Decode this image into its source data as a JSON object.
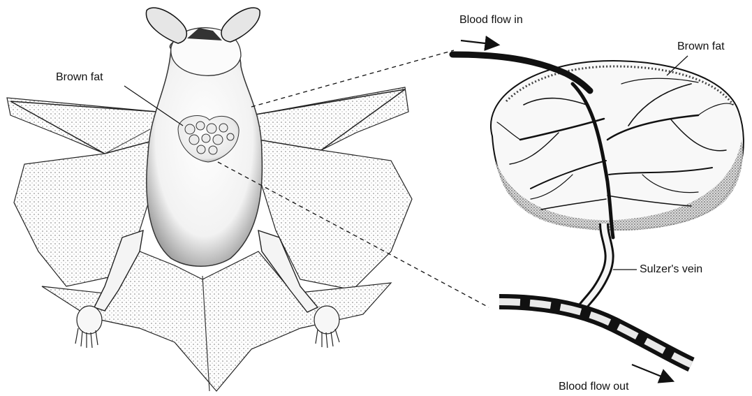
{
  "labels": {
    "brown_fat_bat": "Brown fat",
    "brown_fat_detail": "Brown fat",
    "blood_flow_in": "Blood flow in",
    "blood_flow_out": "Blood flow out",
    "sulzers_vein": "Sulzer's vein"
  },
  "colors": {
    "ink": "#111111",
    "fat_tissue": "#f4f4f4",
    "shading": "#bdbdbd",
    "fur": "#fafafa"
  }
}
